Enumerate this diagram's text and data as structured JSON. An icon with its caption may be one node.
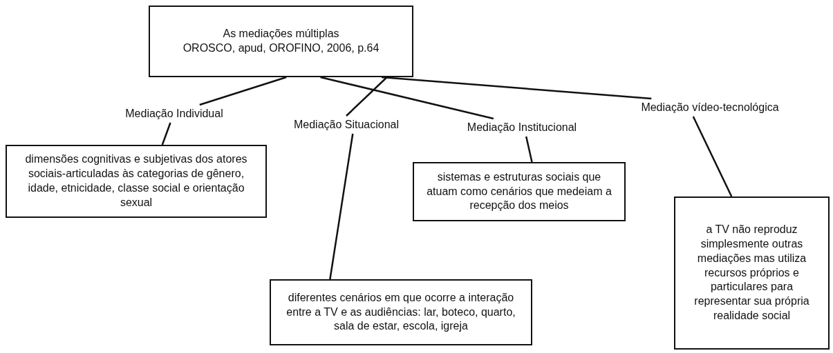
{
  "diagram": {
    "nodes": [
      {
        "text": [
          "As mediações múltiplas",
          "OROSCO, apud, OROFINO, 2006, p.64"
        ]
      },
      {
        "text": [
          "Mediação Individual"
        ]
      },
      {
        "text": [
          "Mediação Situacional"
        ]
      },
      {
        "text": [
          "Mediação Institucional"
        ]
      },
      {
        "text": [
          "Mediação vídeo-tecnológica"
        ]
      },
      {
        "text": [
          "dimensões cognitivas e subjetivas dos atores sociais-articuladas às categorias de gênero, idade, etnicidade, classe social e orientação sexual"
        ]
      },
      {
        "text": [
          "diferentes cenários em que ocorre a interação entre a TV e as audiências: lar, boteco, quarto, sala de estar, escola, igreja"
        ]
      },
      {
        "text": [
          "sistemas e estruturas sociais que atuam como cenários que medeiam a recepção dos meios"
        ]
      },
      {
        "text": [
          "a TV não reproduz simplesmente outras mediações mas utiliza recursos próprios e particulares para representar sua própria realidade social"
        ]
      }
    ],
    "edges": [
      {
        "from": 0,
        "to": 1,
        "arrow": "none"
      },
      {
        "from": 0,
        "to": 2,
        "arrow": "none"
      },
      {
        "from": 0,
        "to": 3,
        "arrow": "none"
      },
      {
        "from": 0,
        "to": 4,
        "arrow": "none"
      },
      {
        "from": 1,
        "to": 5,
        "arrow": "none"
      },
      {
        "from": 2,
        "to": 6,
        "arrow": "none"
      },
      {
        "from": 3,
        "to": 7,
        "arrow": "none"
      },
      {
        "from": 4,
        "to": 8,
        "arrow": "none"
      }
    ]
  }
}
